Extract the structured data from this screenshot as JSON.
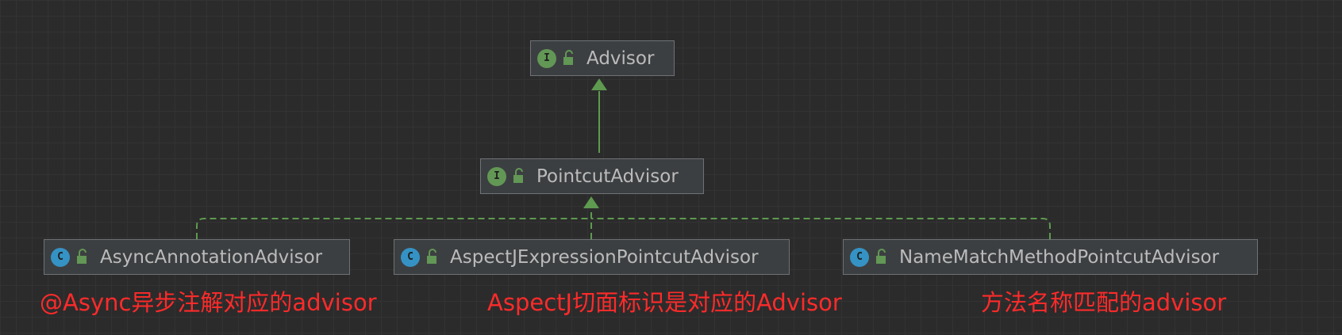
{
  "nodes": {
    "advisor": {
      "label": "Advisor",
      "kind_glyph": "I",
      "icon": "interface-icon"
    },
    "pointcut_advisor": {
      "label": "PointcutAdvisor",
      "kind_glyph": "I",
      "icon": "interface-icon"
    },
    "async_annotation_advisor": {
      "label": "AsyncAnnotationAdvisor",
      "kind_glyph": "C",
      "icon": "class-icon"
    },
    "aspectj_expression_pointcut_advisor": {
      "label": "AspectJExpressionPointcutAdvisor",
      "kind_glyph": "C",
      "icon": "class-icon"
    },
    "name_match_method_pointcut_advisor": {
      "label": "NameMatchMethodPointcutAdvisor",
      "kind_glyph": "C",
      "icon": "class-icon"
    }
  },
  "annotations": {
    "async": "@Async异步注解对应的advisor",
    "aspectj": "AspectJ切面标识是对应的Advisor",
    "name_match": "方法名称匹配的advisor"
  },
  "colors": {
    "background": "#2b2b2b",
    "node_fill": "#3c3f41",
    "node_border": "#6f7275",
    "edge": "#5e9a4f",
    "interface_badge": "#629755",
    "class_badge": "#3592c4",
    "annotation_text": "#ff2a2a",
    "node_text": "#bbbbbb"
  }
}
